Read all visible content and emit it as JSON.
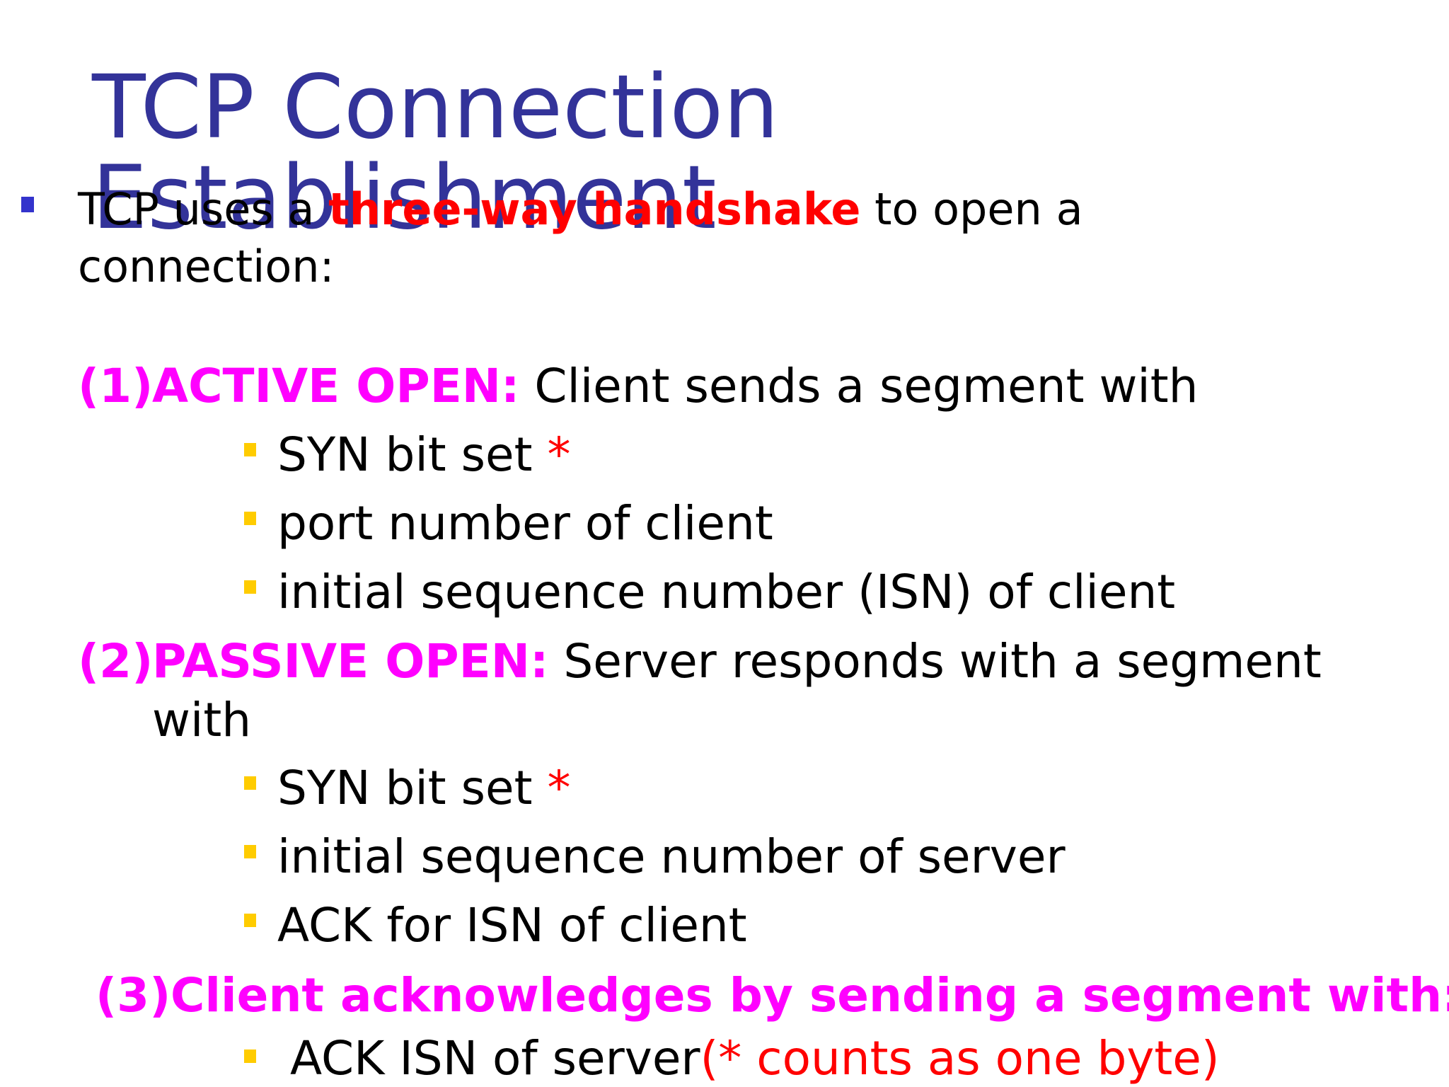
{
  "slide": {
    "title": "TCP Connection Establishment",
    "intro": {
      "prefix": "TCP uses a ",
      "highlight": "three-way handshake",
      "suffix": " to open a",
      "line2": "connection:"
    },
    "steps": [
      {
        "number": "(1)",
        "heading": "ACTIVE OPEN:",
        "text": " Client sends a segment with",
        "bullets": [
          {
            "text": "SYN bit set ",
            "mark": "*"
          },
          {
            "text": "port number of client",
            "mark": ""
          },
          {
            "text": "initial sequence number (ISN) of client",
            "mark": ""
          }
        ]
      },
      {
        "number": "(2)",
        "heading": "PASSIVE OPEN:",
        "text": " Server responds with a segment",
        "text_line2": "with",
        "bullets": [
          {
            "text": "SYN bit set ",
            "mark": "*"
          },
          {
            "text": "initial sequence number of server",
            "mark": ""
          },
          {
            "text": "ACK for ISN of client",
            "mark": ""
          }
        ]
      },
      {
        "number": "(3)",
        "heading": "Client acknowledges by sending a segment with:",
        "bullets": [
          {
            "text": "ACK ISN of server",
            "note": "(* counts as one byte)"
          }
        ]
      }
    ],
    "colors": {
      "title": "#333399",
      "highlight": "#ff0000",
      "step": "#ff00ff",
      "bullet_main": "#3333cc",
      "bullet_sub": "#ffcc00"
    }
  }
}
